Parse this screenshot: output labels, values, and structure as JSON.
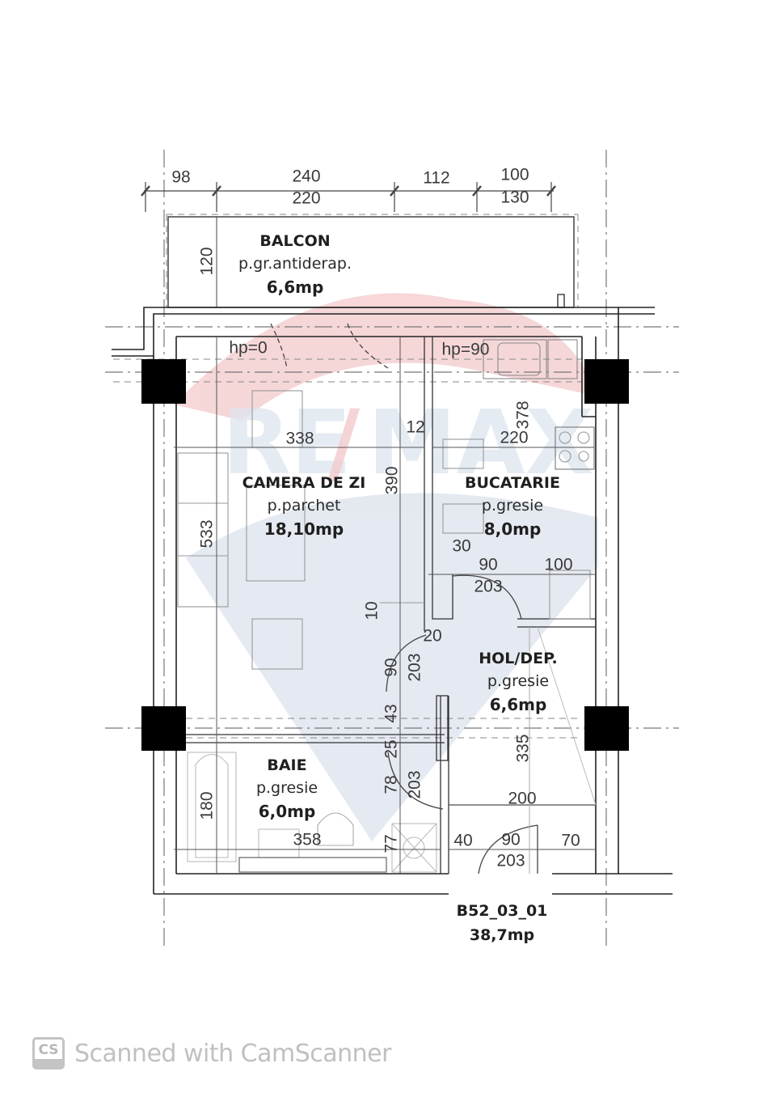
{
  "plan": {
    "unit_code": "B52_03_01",
    "unit_area": "38,7mp",
    "watermark_text": "RE/MAX",
    "colors": {
      "watermark_red": "#f4c7c9",
      "watermark_blue": "#dfe5ee",
      "wall": "#111111",
      "line": "#555555"
    }
  },
  "rooms": {
    "balcon": {
      "name": "BALCON",
      "floor": "p.gr.antiderap.",
      "area": "6,6mp"
    },
    "camera": {
      "name": "CAMERA DE ZI",
      "floor": "p.parchet",
      "area": "18,10mp"
    },
    "bucatarie": {
      "name": "BUCATARIE",
      "floor": "p.gresie",
      "area": "8,0mp"
    },
    "hol": {
      "name": "HOL/DEP.",
      "floor": "p.gresie",
      "area": "6,6mp"
    },
    "baie": {
      "name": "BAIE",
      "floor": "p.gresie",
      "area": "6,0mp"
    }
  },
  "heights": {
    "hp_left": "hp=0",
    "hp_right": "hp=90"
  },
  "dimensions": {
    "top_98": "98",
    "top_240": "240",
    "top_112": "112",
    "top_100": "100",
    "top_220": "220",
    "top_130": "130",
    "balcon_120": "120",
    "camera_338": "338",
    "camera_12": "12",
    "camera_390": "390",
    "camera_533": "533",
    "kitchen_378": "378",
    "kitchen_220": "220",
    "kitchen_30": "30",
    "kitchen_90": "90",
    "kitchen_203": "203",
    "kitchen_100": "100",
    "hall_10": "10",
    "hall_20": "20",
    "hall_90": "90",
    "hall_203": "203",
    "hall_43": "43",
    "hall_25": "25",
    "hall_335": "335",
    "bath_180": "180",
    "bath_358": "358",
    "bath_78": "78",
    "bath_203": "203",
    "bath_77": "77",
    "entry_200": "200",
    "entry_40": "40",
    "entry_90": "90",
    "entry_203": "203",
    "entry_70": "70"
  },
  "footer": {
    "logo": "CS",
    "text": "Scanned with CamScanner"
  }
}
